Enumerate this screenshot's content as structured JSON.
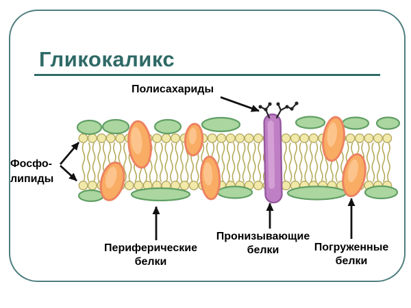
{
  "slide": {
    "title": "Гликокаликс"
  },
  "labels": {
    "polysaccharides": "Полисахариды",
    "phospholipids": {
      "line1": "Фосфо-",
      "line2": "липиды"
    },
    "peripheral": {
      "line1": "Периферические",
      "line2": "белки"
    },
    "transmembrane": {
      "line1": "Пронизывающие",
      "line2": "белки"
    },
    "embedded": {
      "line1": "Погруженные",
      "line2": "белки"
    }
  },
  "colors": {
    "frame_border": "#4e7d7e",
    "title_teal": "#2f6a66",
    "label_text": "#000000",
    "membrane_green_fill": "#abd6a0",
    "membrane_green_stroke": "#5f9e63",
    "head_fill": "#f1e9a9",
    "head_stroke": "#b5a963",
    "tail_stroke": "#b4aa58",
    "orange_fill": "#f9ac63",
    "orange_stroke": "#ec8262",
    "orange_highlight": "#fdc893",
    "purple_fill": "#bf7fc4",
    "purple_stroke": "#96599f",
    "purple_highlight": "#d8a8da",
    "arrow_black": "#111111",
    "bg": "#ffffff"
  }
}
